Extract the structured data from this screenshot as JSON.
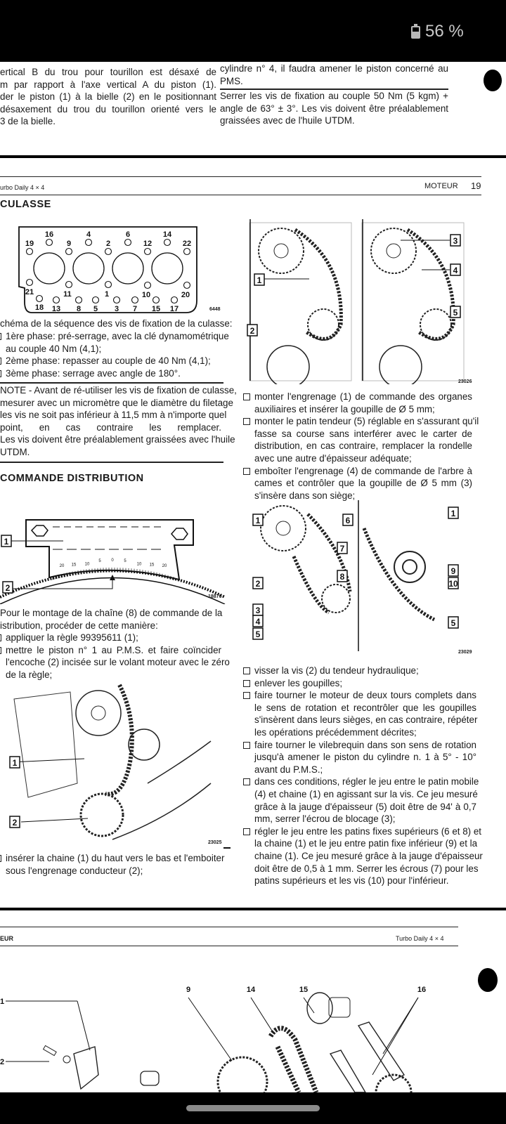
{
  "status_bar": {
    "battery_percent": "56 %",
    "battery_icon": "battery-icon"
  },
  "page1": {
    "left_lines": [
      "ertical B du trou pour tourillon est désaxé de",
      "m par rapport à l'axe vertical A du piston (1).",
      "der le piston (1) à la bielle (2) en le positionnant",
      "désaxement du trou du tourillon orienté vers le",
      "3 de la bielle."
    ],
    "right_top_lines": [
      "cylindre n° 4, il faudra amener le piston concerné au",
      "PMS."
    ],
    "right_bottom_lines": [
      "Serrer les vis de fixation au couple 50 Nm (5 kgm) +",
      "angle de 63° ± 3°. Les vis doivent être préalablement",
      "graissées avec de l'huile UTDM."
    ]
  },
  "page2": {
    "header_left": "urbo Daily 4 × 4",
    "header_section": "MOTEUR",
    "page_number": "19",
    "culasse_title": "CULASSE",
    "gasket_figure": {
      "number": "6448",
      "hole_labels": [
        "19",
        "16",
        "9",
        "4",
        "2",
        "6",
        "12",
        "14",
        "22",
        "21",
        "11",
        "1",
        "10",
        "20",
        "18",
        "13",
        "8",
        "5",
        "3",
        "7",
        "15",
        "17"
      ]
    },
    "sequence_lines": [
      "chéma de la séquence des vis de fixation de la culasse:"
    ],
    "sequence_items": [
      [
        "1ère phase: pré-serrage, avec la clé dynamométrique",
        "au couple 40 Nm (4,1);"
      ],
      [
        "2ème phase: repasser au couple de 40 Nm (4,1);"
      ],
      [
        "3ème phase: serrage avec angle de 180°."
      ]
    ],
    "note_lines": [
      "NOTE - Avant de ré-utiliser les vis de fixation de culasse,",
      "mesurer avec un micromètre que le diamètre du filetage",
      "les vis ne soit pas inférieur à 11,5 mm à n'importe quel",
      "point, en cas contraire les remplacer.",
      "Les vis doivent être préalablement graissées avec l'huile",
      "UTDM."
    ],
    "distribution_title": "COMMANDE DISTRIBUTION",
    "ruler_figure": {
      "number": "18870",
      "callouts": [
        "1",
        "2"
      ],
      "scale_labels": [
        "20",
        "15",
        "10",
        "5",
        "0",
        "5",
        "10",
        "15",
        "20"
      ]
    },
    "mount_intro_lines": [
      "Pour le montage de la chaîne (8) de commande de la",
      "istribution, procéder de cette manière:"
    ],
    "mount_items": [
      [
        "appliquer la règle 99395611 (1);"
      ],
      [
        "mettre le piston n° 1 au P.M.S. et faire coïncider",
        "l'encoche (2) incisée sur le volant moteur avec le zéro",
        "de la règle;"
      ]
    ],
    "engine_figure": {
      "number": "23025",
      "callouts": [
        "1",
        "2"
      ]
    },
    "insert_items": [
      [
        "insérer la chaine (1) du haut vers le bas et l'emboiter",
        "sous l'engrenage conducteur (2);"
      ]
    ],
    "double_figure": {
      "number": "23026",
      "callouts": [
        "1",
        "2",
        "3",
        "4",
        "5"
      ]
    },
    "right_items_1": [
      [
        "monter l'engrenage (1) de commande des organes",
        "auxiliaires et insérer la goupille de Ø 5 mm;"
      ],
      [
        "monter le patin tendeur (5) réglable en s'assurant qu'il",
        "fasse sa course sans interférer avec le carter de",
        "distribution, en cas contraire, remplacer la rondelle",
        "avec une autre d'épaisseur adéquate;"
      ],
      [
        "emboîter l'engrenage (4) de commande de l'arbre à",
        "cames et contrôler que la goupille de Ø 5 mm (3)",
        "s'insère dans son siège;"
      ]
    ],
    "tensioner_figure": {
      "number": "23029",
      "callouts": [
        "1",
        "6",
        "7",
        "2",
        "8",
        "3",
        "4",
        "5",
        "1",
        "9",
        "10",
        "5"
      ]
    },
    "right_items_2": [
      [
        "visser la vis (2) du tendeur hydraulique;"
      ],
      [
        "enlever les goupilles;"
      ],
      [
        "faire tourner le moteur de deux tours complets dans",
        "le sens de rotation et recontrôler que les goupilles",
        "s'insèrent dans leurs sièges, en cas contraire, répéter",
        "les opérations précédemment décrites;"
      ],
      [
        "faire tourner le vilebrequin dans son sens de rotation",
        "jusqu'à amener le piston du cylindre n. 1 à 5° - 10°",
        "avant du P.M.S.;"
      ],
      [
        "dans ces conditions, régler le jeu entre le patin mobile",
        "(4) et chaine (1) en agissant sur la vis. Ce jeu mesuré",
        "grâce à la jauge d'épaisseur (5) doit être de 94' à 0,7",
        "mm, serrer l'écrou de blocage (3);"
      ],
      [
        "régler le jeu entre les patins fixes supérieurs (6 et 8) et",
        "la chaine (1) et le jeu entre patin fixe inférieur (9) et la",
        "chaine (1). Ce jeu mesuré grâce à la jauge d'épaisseur",
        "doit être de 0,5 à 1 mm. Serrer les écrous (7) pour les",
        "patins supérieurs et les vis (10) pour l'inférieur."
      ]
    ]
  },
  "page3": {
    "header_left": "EUR",
    "header_right": "Turbo Daily 4 × 4",
    "exploded_callouts": [
      "1",
      "2",
      "9",
      "14",
      "15",
      "16"
    ]
  }
}
